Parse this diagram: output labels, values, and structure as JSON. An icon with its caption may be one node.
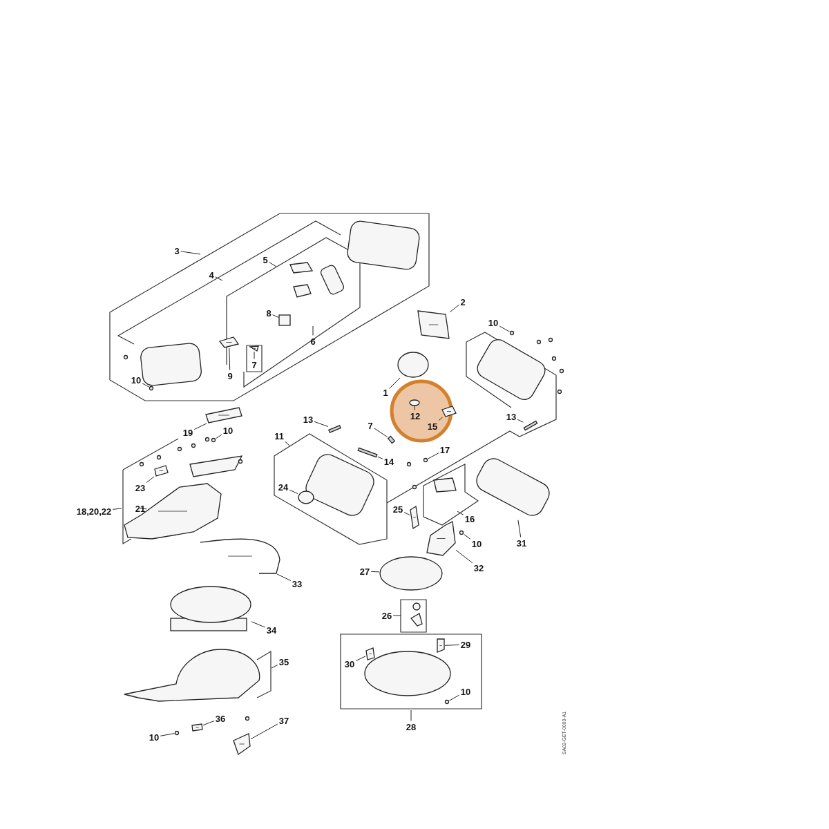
{
  "diagram": {
    "nodes": [
      {
        "text": [
          "3"
        ]
      },
      {
        "text": [
          "4"
        ]
      },
      {
        "text": [
          "5"
        ]
      },
      {
        "text": [
          "6"
        ]
      },
      {
        "text": [
          "8"
        ]
      },
      {
        "text": [
          "7"
        ]
      },
      {
        "text": [
          "9"
        ]
      },
      {
        "text": [
          "10"
        ]
      },
      {
        "text": [
          "1"
        ]
      },
      {
        "text": [
          "2"
        ]
      },
      {
        "text": [
          "10"
        ]
      },
      {
        "text": [
          "12"
        ]
      },
      {
        "text": [
          "15"
        ]
      },
      {
        "text": [
          "13"
        ]
      },
      {
        "text": [
          "13"
        ]
      },
      {
        "text": [
          "7"
        ]
      },
      {
        "text": [
          "11"
        ]
      },
      {
        "text": [
          "14"
        ]
      },
      {
        "text": [
          "17"
        ]
      },
      {
        "text": [
          "19"
        ]
      },
      {
        "text": [
          "10"
        ]
      },
      {
        "text": [
          "23"
        ]
      },
      {
        "text": [
          "18,20,22"
        ]
      },
      {
        "text": [
          "21"
        ]
      },
      {
        "text": [
          "24"
        ]
      },
      {
        "text": [
          "25"
        ]
      },
      {
        "text": [
          "16"
        ]
      },
      {
        "text": [
          "10"
        ]
      },
      {
        "text": [
          "31"
        ]
      },
      {
        "text": [
          "32"
        ]
      },
      {
        "text": [
          "27"
        ]
      },
      {
        "text": [
          "33"
        ]
      },
      {
        "text": [
          "34"
        ]
      },
      {
        "text": [
          "26"
        ]
      },
      {
        "text": [
          "29"
        ]
      },
      {
        "text": [
          "30"
        ]
      },
      {
        "text": [
          "10"
        ]
      },
      {
        "text": [
          "28"
        ]
      },
      {
        "text": [
          "35"
        ]
      },
      {
        "text": [
          "36"
        ]
      },
      {
        "text": [
          "37"
        ]
      },
      {
        "text": [
          "10"
        ]
      },
      {
        "text": [],
        "shape": "box"
      },
      {
        "text": [],
        "shape": "picture"
      },
      {
        "text": [],
        "shape": "picture"
      },
      {
        "text": [],
        "shape": "circle"
      },
      {
        "text": [],
        "shape": "circle"
      },
      {
        "text": [],
        "shape": "picture"
      },
      {
        "text": [],
        "shape": "circle"
      },
      {
        "text": [],
        "shape": "circle"
      },
      {
        "text": [],
        "shape": "picture"
      },
      {
        "text": [],
        "shape": "bar"
      },
      {
        "text": [],
        "shape": "bar"
      },
      {
        "text": [],
        "shape": "bar"
      },
      {
        "text": [],
        "shape": "bar"
      },
      {
        "text": [],
        "shape": "circle"
      },
      {
        "text": [],
        "shape": "picture"
      },
      {
        "text": [],
        "shape": "circle"
      },
      {
        "text": [],
        "shape": "picture"
      },
      {
        "text": [],
        "shape": "picture"
      },
      {
        "text": [],
        "shape": "circle"
      },
      {
        "text": [],
        "shape": "picture"
      },
      {
        "text": [],
        "shape": "circle"
      },
      {
        "text": [],
        "shape": "box"
      },
      {
        "text": [],
        "shape": "picture"
      },
      {
        "text": [],
        "shape": "circle"
      },
      {
        "text": [],
        "shape": "picture"
      },
      {
        "text": [],
        "shape": "circle"
      },
      {
        "text": [],
        "shape": "picture"
      },
      {
        "text": [],
        "shape": "picture"
      },
      {
        "text": [],
        "shape": "circle"
      },
      {
        "text": [],
        "shape": "picture"
      },
      {
        "text": [],
        "shape": "picture"
      },
      {
        "text": [],
        "shape": "circle"
      }
    ],
    "edges": [
      {
        "from": 0,
        "to": null,
        "arrow": "none"
      },
      {
        "from": 1,
        "to": null,
        "arrow": "none"
      },
      {
        "from": 2,
        "to": null,
        "arrow": "none"
      },
      {
        "from": 3,
        "to": null,
        "arrow": "none"
      },
      {
        "from": 4,
        "to": 42,
        "arrow": "none"
      },
      {
        "from": 5,
        "to": 43,
        "arrow": "none"
      },
      {
        "from": 6,
        "to": 44,
        "arrow": "none"
      },
      {
        "from": 7,
        "to": 45,
        "arrow": "none"
      },
      {
        "from": 8,
        "to": 46,
        "arrow": "none"
      },
      {
        "from": 9,
        "to": 47,
        "arrow": "none"
      },
      {
        "from": 10,
        "to": 48,
        "arrow": "none"
      },
      {
        "from": 11,
        "to": 49,
        "arrow": "none"
      },
      {
        "from": 12,
        "to": 50,
        "arrow": "none"
      },
      {
        "from": 13,
        "to": 51,
        "arrow": "none"
      },
      {
        "from": 14,
        "to": 52,
        "arrow": "none"
      },
      {
        "from": 15,
        "to": 53,
        "arrow": "none"
      },
      {
        "from": 16,
        "to": null,
        "arrow": "none"
      },
      {
        "from": 17,
        "to": 54,
        "arrow": "none"
      },
      {
        "from": 18,
        "to": 55,
        "arrow": "none"
      },
      {
        "from": 19,
        "to": 56,
        "arrow": "none"
      },
      {
        "from": 20,
        "to": 57,
        "arrow": "none"
      },
      {
        "from": 21,
        "to": 58,
        "arrow": "none"
      },
      {
        "from": 22,
        "to": null,
        "arrow": "none"
      },
      {
        "from": 23,
        "to": 59,
        "arrow": "none"
      },
      {
        "from": 24,
        "to": 60,
        "arrow": "none"
      },
      {
        "from": 25,
        "to": 61,
        "arrow": "none"
      },
      {
        "from": 26,
        "to": null,
        "arrow": "none"
      },
      {
        "from": 27,
        "to": 62,
        "arrow": "none"
      },
      {
        "from": 28,
        "to": 63,
        "arrow": "none"
      },
      {
        "from": 29,
        "to": 64,
        "arrow": "none"
      },
      {
        "from": 30,
        "to": 65,
        "arrow": "none"
      },
      {
        "from": 31,
        "to": 66,
        "arrow": "none"
      },
      {
        "from": 32,
        "to": 67,
        "arrow": "none"
      },
      {
        "from": 33,
        "to": null,
        "arrow": "none"
      },
      {
        "from": 34,
        "to": 68,
        "arrow": "none"
      },
      {
        "from": 35,
        "to": 69,
        "arrow": "none"
      },
      {
        "from": 36,
        "to": 70,
        "arrow": "none"
      },
      {
        "from": 37,
        "to": null,
        "arrow": "none"
      },
      {
        "from": 38,
        "to": null,
        "arrow": "none"
      },
      {
        "from": 39,
        "to": 71,
        "arrow": "none"
      },
      {
        "from": 40,
        "to": 72,
        "arrow": "none"
      },
      {
        "from": 41,
        "to": 73,
        "arrow": "none"
      }
    ],
    "labels": [
      "SA02-GET-0000-A1"
    ]
  }
}
